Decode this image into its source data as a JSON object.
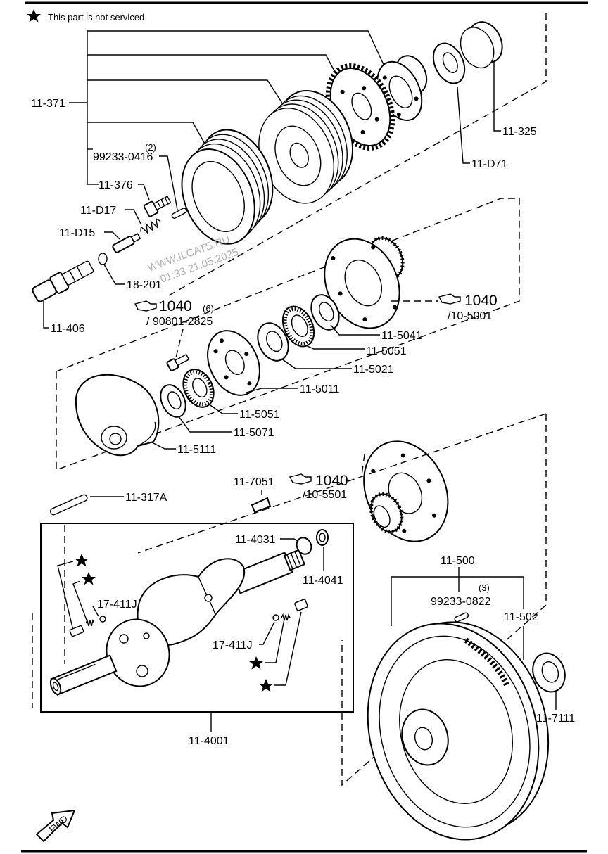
{
  "notice": {
    "text": "This part is not serviced."
  },
  "watermark": {
    "line1": "WWW.ILCATS.RU",
    "line2": "01:33 21.05.2025"
  },
  "labels": {
    "p11_371": "11-371",
    "p99233_0416": "99233-0416",
    "qty_2": "(2)",
    "p11_376": "11-376",
    "p11_D17": "11-D17",
    "p11_D15": "11-D15",
    "p18_201": "18-201",
    "p11_406": "11-406",
    "p11_325": "11-325",
    "p11_D71": "11-D71",
    "ref1040_a": "1040",
    "ref1040_a_qty": "(6)",
    "ref1040_a_sub": "/ 90801-2825",
    "ref1040_b": "1040",
    "ref1040_b_sub": "/10-5001",
    "p11_5041": "11-5041",
    "p11_5051_a": "11-5051",
    "p11_5021": "11-5021",
    "p11_5011": "11-5011",
    "p11_5051_b": "11-5051",
    "p11_5071": "11-5071",
    "p11_5111": "11-5111",
    "p11_317A": "11-317A",
    "p11_7051": "11-7051",
    "ref1040_c": "1040",
    "ref1040_c_sub": "/10-5501",
    "p11_4031": "11-4031",
    "p11_4041": "11-4041",
    "p17_411J_a": "17-411J",
    "p17_411J_b": "17-411J",
    "p11_4001": "11-4001",
    "p11_500": "11-500",
    "p99233_0822": "99233-0822",
    "qty_3": "(3)",
    "p11_502": "11-502",
    "p11_7111": "11-7111",
    "fwd": "FWD"
  },
  "icons": {
    "notice_star": "star-icon",
    "reference_hand": "pointing-hand-icon",
    "forward_arrow": "fwd-arrow-icon"
  },
  "colors": {
    "ink": "#000000",
    "paper": "#ffffff",
    "watermark": "#b0b0b0"
  }
}
